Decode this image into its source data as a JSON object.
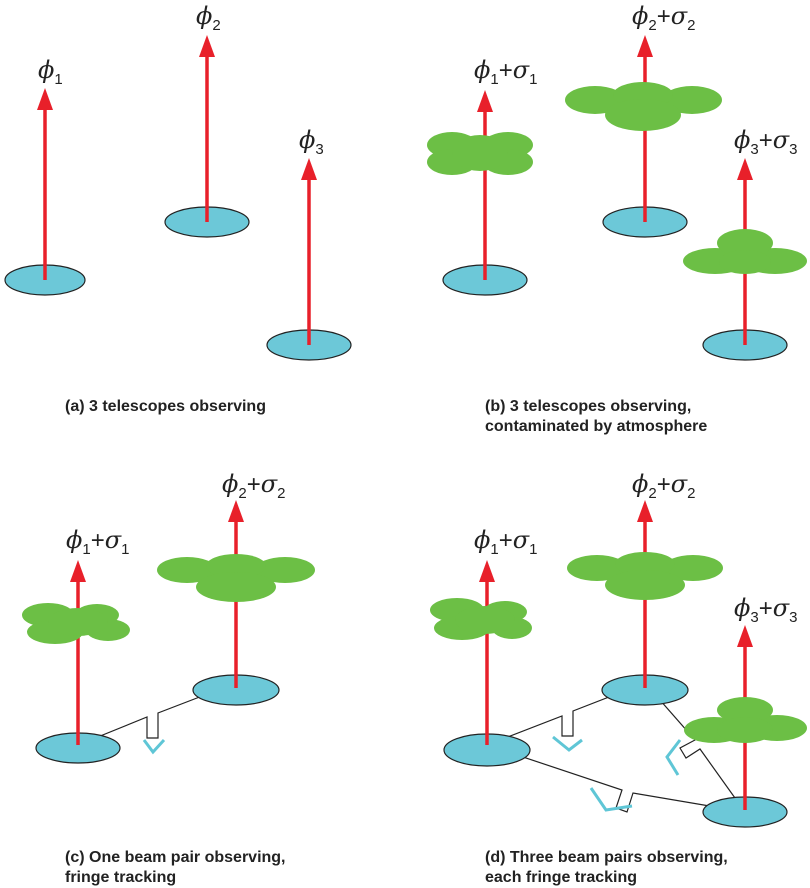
{
  "panels": {
    "a": {
      "caption": "(a) 3 telescopes observing",
      "labels": [
        {
          "phi": "ϕ",
          "sub": "1",
          "plus": "",
          "sigma": "",
          "sigma_sub": ""
        },
        {
          "phi": "ϕ",
          "sub": "2",
          "plus": "",
          "sigma": "",
          "sigma_sub": ""
        },
        {
          "phi": "ϕ",
          "sub": "3",
          "plus": "",
          "sigma": "",
          "sigma_sub": ""
        }
      ]
    },
    "b": {
      "caption_line1": "(b) 3 telescopes observing,",
      "caption_line2": "contaminated by atmosphere",
      "labels": [
        {
          "phi": "ϕ",
          "sub": "1",
          "plus": "+",
          "sigma": "σ",
          "sigma_sub": "1"
        },
        {
          "phi": "ϕ",
          "sub": "2",
          "plus": "+",
          "sigma": "σ",
          "sigma_sub": "2"
        },
        {
          "phi": "ϕ",
          "sub": "3",
          "plus": "+",
          "sigma": "σ",
          "sigma_sub": "3"
        }
      ]
    },
    "c": {
      "caption_line1": "(c) One beam pair observing,",
      "caption_line2": "fringe tracking",
      "labels": [
        {
          "phi": "ϕ",
          "sub": "1",
          "plus": "+",
          "sigma": "σ",
          "sigma_sub": "1"
        },
        {
          "phi": "ϕ",
          "sub": "2",
          "plus": "+",
          "sigma": "σ",
          "sigma_sub": "2"
        }
      ]
    },
    "d": {
      "caption_line1": "(d) Three beam pairs observing,",
      "caption_line2": "each fringe tracking",
      "labels": [
        {
          "phi": "ϕ",
          "sub": "1",
          "plus": "+",
          "sigma": "σ",
          "sigma_sub": "1"
        },
        {
          "phi": "ϕ",
          "sub": "2",
          "plus": "+",
          "sigma": "σ",
          "sigma_sub": "2"
        },
        {
          "phi": "ϕ",
          "sub": "3",
          "plus": "+",
          "sigma": "σ",
          "sigma_sub": "3"
        }
      ]
    }
  },
  "colors": {
    "arrow": "#e8202a",
    "dish": "#6cc8d8",
    "cloud": "#6cbf45",
    "mirror": "#5fc6d6"
  }
}
